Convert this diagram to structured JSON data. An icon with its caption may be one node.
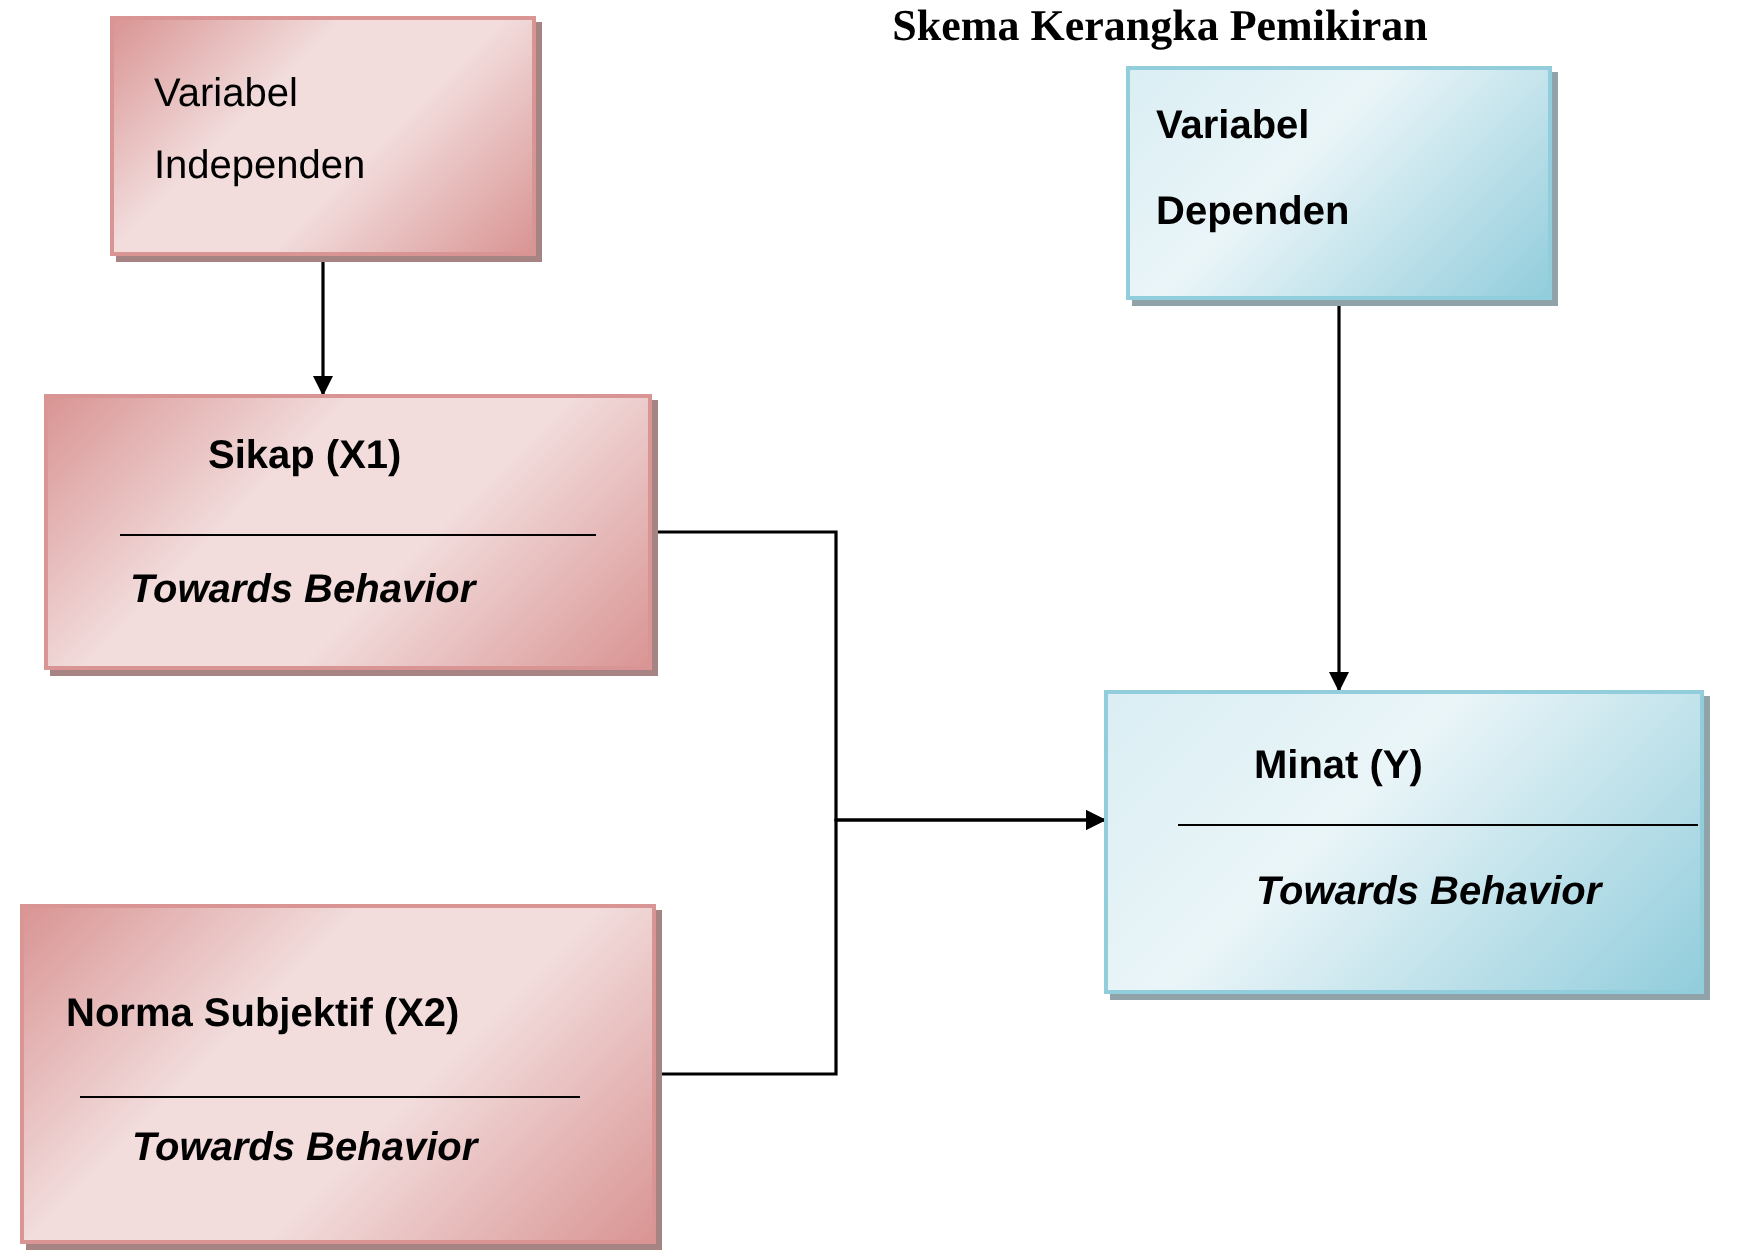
{
  "diagram": {
    "title": "Skema Kerangka Pemikiran",
    "nodes": [
      {
        "text": [
          "Variabel Independen"
        ]
      },
      {
        "text": [
          "Sikap (X1)",
          "Towards Behavior"
        ]
      },
      {
        "text": [
          "Norma Subjektif (X2)",
          "Towards Behavior"
        ]
      },
      {
        "text": [
          "Variabel Dependen"
        ]
      },
      {
        "text": [
          "Minat (Y)",
          "Towards Behavior"
        ]
      }
    ],
    "edges": [
      {
        "from": 0,
        "to": 1,
        "arrow": "to"
      },
      {
        "from": 3,
        "to": 4,
        "arrow": "to"
      },
      {
        "from": 1,
        "to": 4,
        "arrow": "to"
      },
      {
        "from": 2,
        "to": 4,
        "arrow": "to"
      }
    ]
  }
}
